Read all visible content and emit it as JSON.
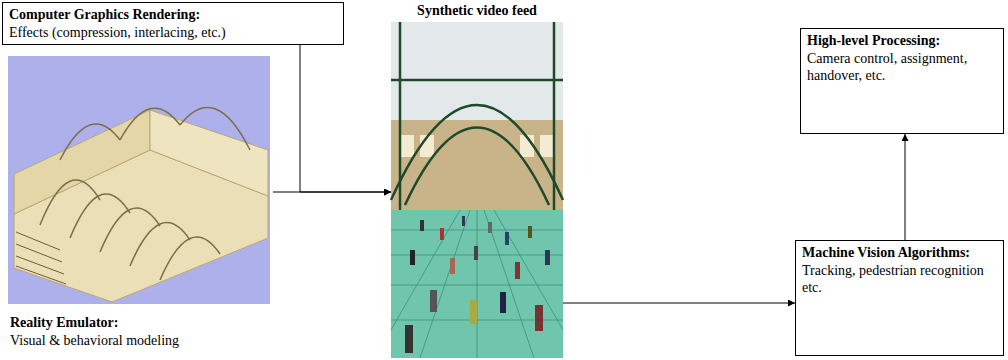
{
  "diagram": {
    "nodes": [
      {
        "text": [
          "Computer Graphics Rendering:",
          "Effects (compression, interlacing, etc.)"
        ]
      },
      {
        "text": [
          "Reality Emulator:",
          "Visual & behavioral modeling"
        ]
      },
      {
        "text": [
          "Synthetic video feed"
        ]
      },
      {
        "text": [
          "High-level Processing:",
          "Camera control, assignment, handover, etc."
        ]
      },
      {
        "text": [
          "Machine Vision Algorithms:",
          "Tracking, pedestrian recognition etc."
        ]
      }
    ],
    "edges": [
      {
        "from": 0,
        "to": 2,
        "arrow": "to"
      },
      {
        "from": 1,
        "to": 2,
        "arrow": "to"
      },
      {
        "from": 2,
        "to": 4,
        "arrow": "to"
      },
      {
        "from": 4,
        "to": 3,
        "arrow": "to"
      }
    ]
  }
}
